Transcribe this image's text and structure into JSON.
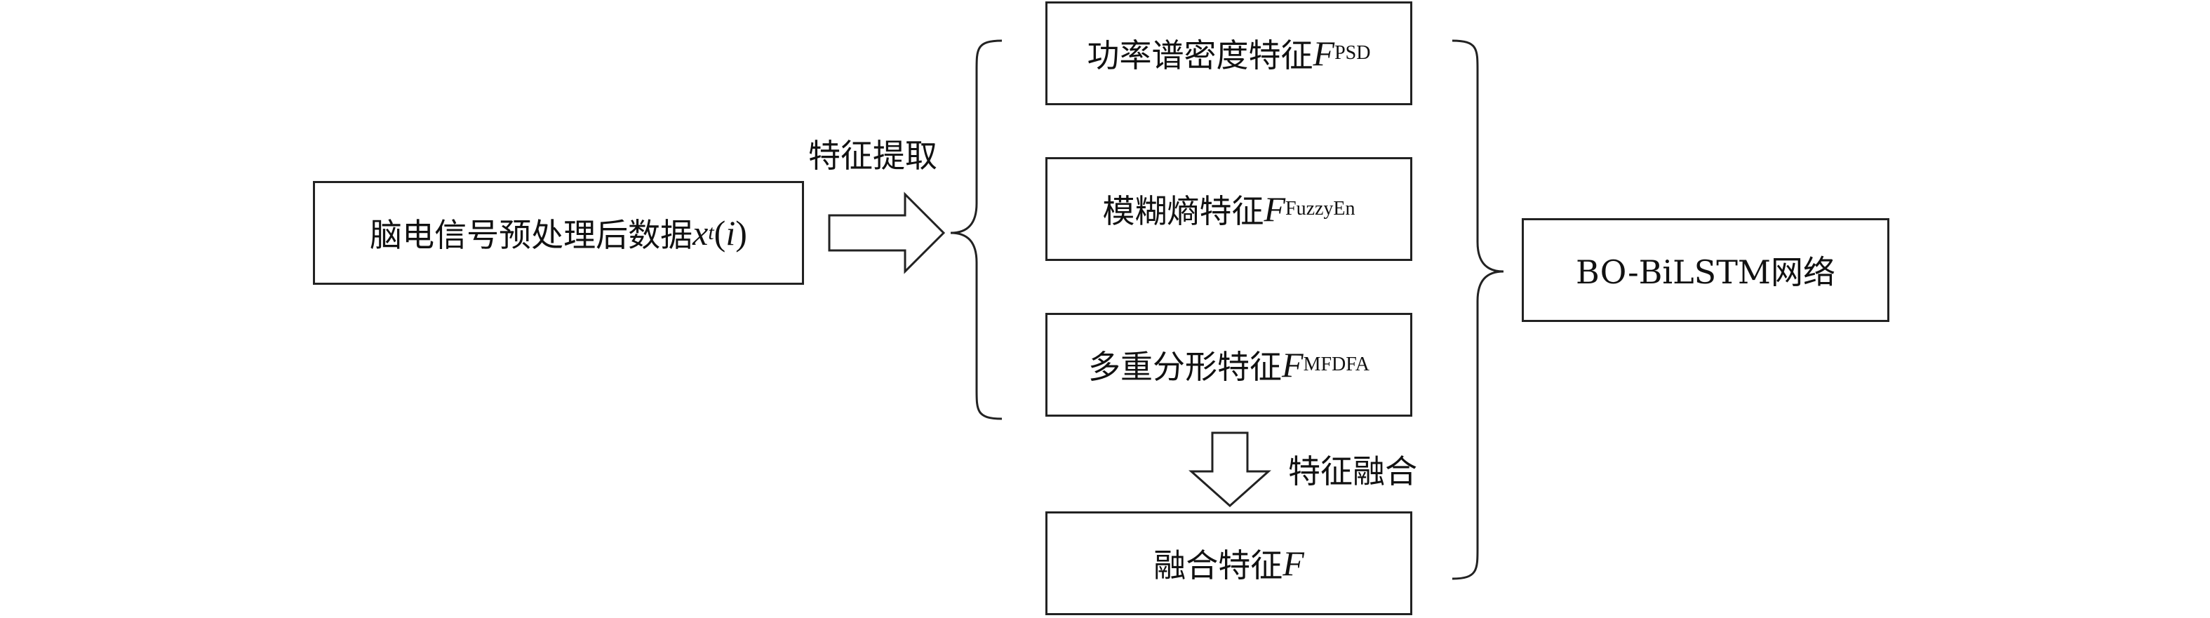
{
  "input": {
    "text": "脑电信号预处理后数据",
    "var": "x",
    "var_sub": "t",
    "paren_open": "(",
    "arg": "i",
    "paren_close": ")"
  },
  "step_extract": "特征提取",
  "features": {
    "psd": {
      "text": "功率谱密度特征",
      "sym": "F",
      "sub": "PSD"
    },
    "fuzzy": {
      "text": "模糊熵特征",
      "sym": "F",
      "sub": "FuzzyEn"
    },
    "mfdfa": {
      "text": "多重分形特征",
      "sym": "F",
      "sub": "MFDFA"
    }
  },
  "step_fusion": "特征融合",
  "fused": {
    "text": "融合特征",
    "sym": "F"
  },
  "network": "BO-BiLSTM网络"
}
